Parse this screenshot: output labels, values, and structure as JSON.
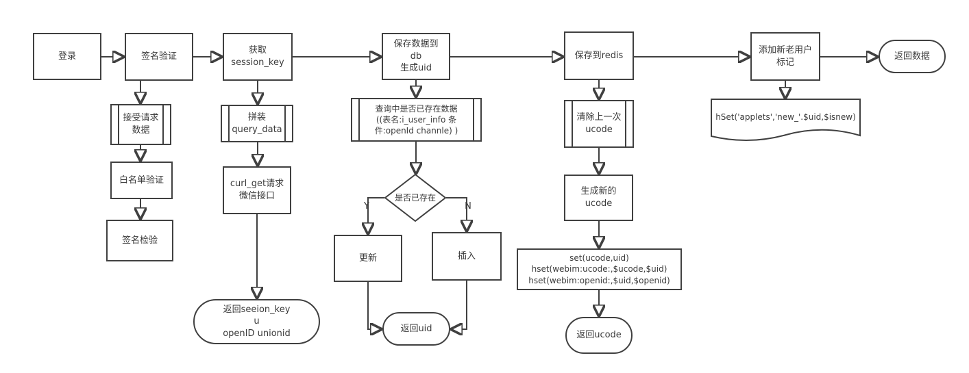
{
  "colors": {
    "background": "#ffffff",
    "line": "#404040",
    "text": "#3a3a3a"
  },
  "nodes": {
    "login": {
      "type": "process",
      "label": "登录"
    },
    "sign_verify": {
      "type": "process",
      "label": "签名验证"
    },
    "accept_request_data": {
      "type": "predefined",
      "label": "接受请求\n数据"
    },
    "whitelist_verify": {
      "type": "process",
      "label": "白名单验证"
    },
    "sign_check": {
      "type": "process",
      "label": "签名检验"
    },
    "get_session_key": {
      "type": "process",
      "label": "获取\nsession_key"
    },
    "assemble_query_data": {
      "type": "predefined",
      "label": "拼装\nquery_data"
    },
    "curl_get_wechat": {
      "type": "process",
      "label": "curl_get请求\n微信接口"
    },
    "return_session_key": {
      "type": "terminator",
      "label": "返回seeion_key\nu\nopenID  unionid"
    },
    "save_to_db": {
      "type": "process",
      "label": "保存数据到\ndb\n生成uid"
    },
    "query_exist": {
      "type": "predefined",
      "label": "查询中是否已存在数据\n((表名:i_user_info 条\n件:openId channle) )"
    },
    "exist_decision": {
      "type": "decision",
      "label": "是否已存在"
    },
    "update": {
      "type": "process",
      "label": "更新"
    },
    "insert": {
      "type": "process",
      "label": "插入"
    },
    "return_uid": {
      "type": "terminator",
      "label": "返回uid"
    },
    "save_to_redis": {
      "type": "process",
      "label": "保存到redis"
    },
    "clear_last_ucode": {
      "type": "predefined",
      "label": "清除上一次\nucode"
    },
    "generate_new_ucode": {
      "type": "process",
      "label": "生成新的\nucode"
    },
    "redis_set_commands": {
      "type": "process",
      "label": "set(ucode,uid)\nhset(webim:ucode:,$ucode,$uid)\nhset(webim:openid:,$uid,$openid)"
    },
    "return_ucode": {
      "type": "terminator",
      "label": "返回ucode"
    },
    "add_user_mark": {
      "type": "process",
      "label": "添加新老用户\n标记"
    },
    "hset_applets": {
      "type": "document",
      "label": "hSet('applets','new_'.$uid,$isnew)"
    },
    "return_data": {
      "type": "terminator",
      "label": "返回数据"
    }
  },
  "edge_labels": {
    "yes": "Y",
    "no": "N"
  }
}
